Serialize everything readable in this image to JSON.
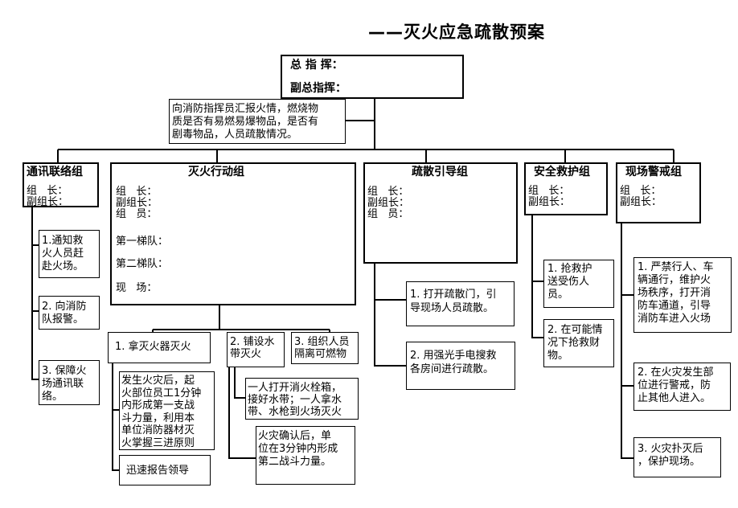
{
  "title": "——灭火应急疏散预案",
  "command": {
    "chief": "总 指 挥：",
    "deputy": "副总指挥："
  },
  "report": "向消防指挥员汇报火情，燃烧物\n质是否有易燃易爆物品，是否有\n剧毒物品，人员疏散情况。",
  "groups": {
    "comm": {
      "title": "通讯联络组",
      "roles": "组   长：\n副组长：",
      "tasks": [
        "1.通知救\n火人员赶\n赴火场。",
        "2. 向消防\n队报警。",
        "3. 保障火\n场通讯联\n络。"
      ]
    },
    "fire": {
      "title": "灭火行动组",
      "roles": "组   长：\n副组长：\n组   员：",
      "team1": "第一梯队：",
      "team2": "第二梯队：",
      "site": "现   场：",
      "task1": "1. 拿灭火器灭火",
      "task2": "2. 铺设水\n带灭火",
      "task3": "3. 组织人员\n隔离可燃物",
      "detail1": "发生火灾后，起\n火部位员工1分钟\n内形成第一支战\n斗力量，利用本\n单位消防器材灭\n火掌握三进原则",
      "detail2": "迅速报告领导",
      "detail3": "一人打开消火栓箱，\n接好水带；一人拿水\n带、水枪到火场灭火",
      "detail4": "火灾确认后，单\n位在3分钟内形成\n第二战斗力量。"
    },
    "evac": {
      "title": "疏散引导组",
      "roles": "组   长：\n副组长：\n组   员：",
      "tasks": [
        "1. 打开疏散门，引\n导现场人员疏散。",
        "2. 用强光手电搜救\n各房间进行疏散。"
      ]
    },
    "rescue": {
      "title": "安全救护组",
      "roles": "组   长：\n副组长：",
      "tasks": [
        "1. 抢救护\n送受伤人\n员。",
        "2. 在可能情\n况下抢救财\n物。"
      ]
    },
    "guard": {
      "title": "现场警戒组",
      "roles": "组   长：\n副组长：",
      "tasks": [
        "1. 严禁行人、车\n辆通行，维护火\n场秩序，打开消\n防车通道，引导\n消防车进入火场",
        "2. 在火灾发生部\n位进行警戒，防\n止其他人进入。",
        "3. 火灾扑灭后\n，保护现场。"
      ]
    }
  }
}
